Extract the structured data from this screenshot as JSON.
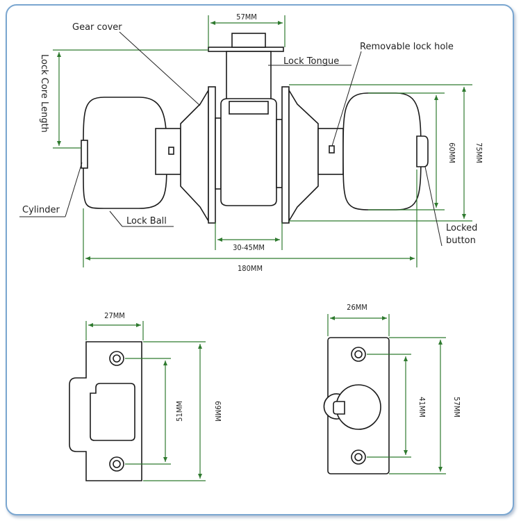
{
  "labels": {
    "gear_cover": "Gear cover",
    "lock_tongue": "Lock Tongue",
    "removable_lock_hole": "Removable lock hole",
    "lock_core_length": "Lock Core Length",
    "cylinder": "Cylinder",
    "lock_ball": "Lock Ball",
    "locked_button_line1": "Locked",
    "locked_button_line2": "button"
  },
  "dimensions": {
    "top_width": "57MM",
    "backset": "30-45MM",
    "overall_length": "180MM",
    "knob_height_inner": "60MM",
    "knob_height_outer": "75MM",
    "strike_width": "27MM",
    "strike_hole_spacing": "51MM",
    "strike_height": "69MM",
    "faceplate_width": "26MM",
    "faceplate_hole_spacing": "41MM",
    "faceplate_height": "57MM"
  },
  "colors": {
    "dimension_line": "#2f7a2f",
    "outline": "#1a1a1a",
    "frame_border": "#7aa6d0"
  }
}
